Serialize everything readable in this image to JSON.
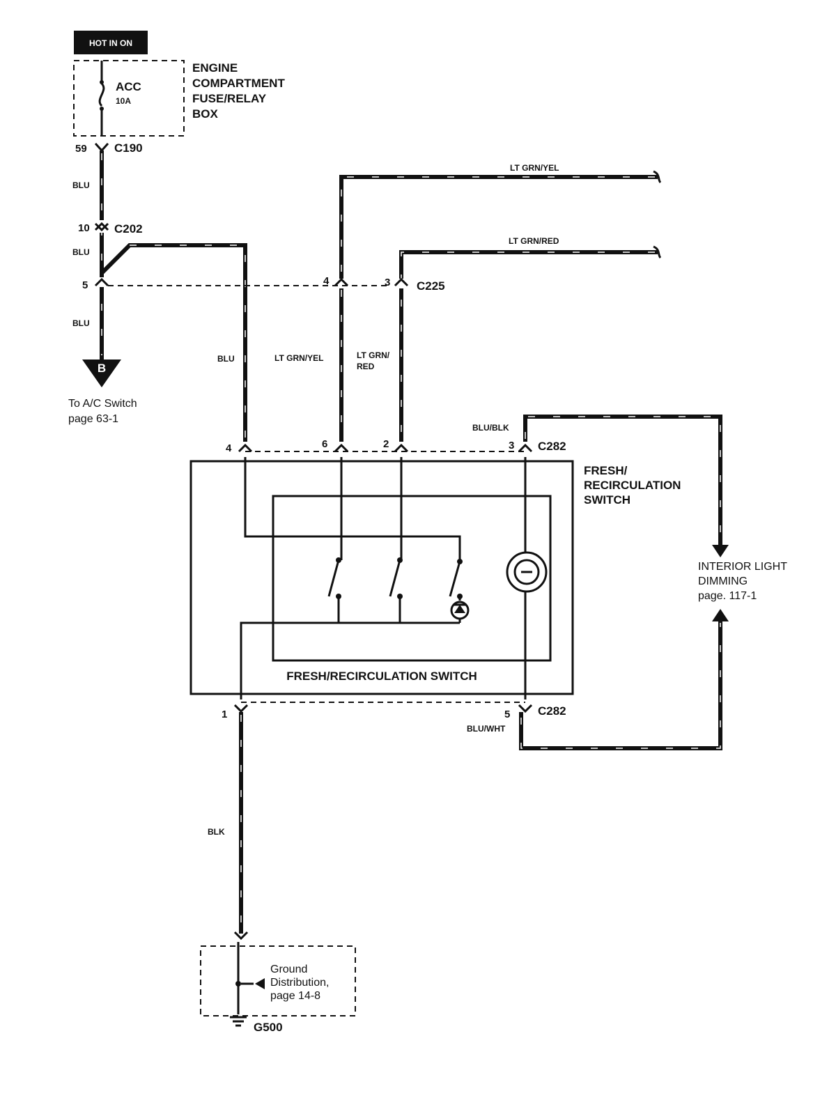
{
  "hot_label": "HOT IN ON",
  "fuse_box": {
    "title_lines": [
      "ENGINE",
      "COMPARTMENT",
      "FUSE/RELAY",
      "BOX"
    ],
    "fuse_name": "ACC",
    "fuse_rating": "10A"
  },
  "connectors": {
    "c190": {
      "name": "C190",
      "pin": "59"
    },
    "c202": {
      "name": "C202",
      "pin_top": "10",
      "pin_bottom": "5"
    },
    "c225": {
      "name": "C225",
      "pin_a": "4",
      "pin_b": "3"
    },
    "c282_top": {
      "name": "C282",
      "pins": [
        "4",
        "6",
        "2",
        "3"
      ]
    },
    "c282_bottom": {
      "name": "C282",
      "pin_left": "1",
      "pin_right": "5"
    }
  },
  "wires": {
    "blu": "BLU",
    "lt_grn_yel": "LT GRN/YEL",
    "lt_grn_red": "LT GRN/RED",
    "lt_grn_red_split": [
      "LT GRN/",
      "RED"
    ],
    "blu_blk": "BLU/BLK",
    "blu_wht": "BLU/WHT",
    "blk": "BLK"
  },
  "ac_switch": {
    "letter": "B",
    "lines": [
      "To A/C Switch",
      "page 63-1"
    ]
  },
  "switch": {
    "side_label_lines": [
      "FRESH/",
      "RECIRCULATION",
      "SWITCH"
    ],
    "inner_label": "FRESH/RECIRCULATION SWITCH"
  },
  "dimming": {
    "lines": [
      "INTERIOR LIGHT",
      "DIMMING",
      "page. 117-1"
    ]
  },
  "ground": {
    "lines": [
      "Ground",
      "Distribution,",
      "page 14-8"
    ],
    "name": "G500"
  }
}
